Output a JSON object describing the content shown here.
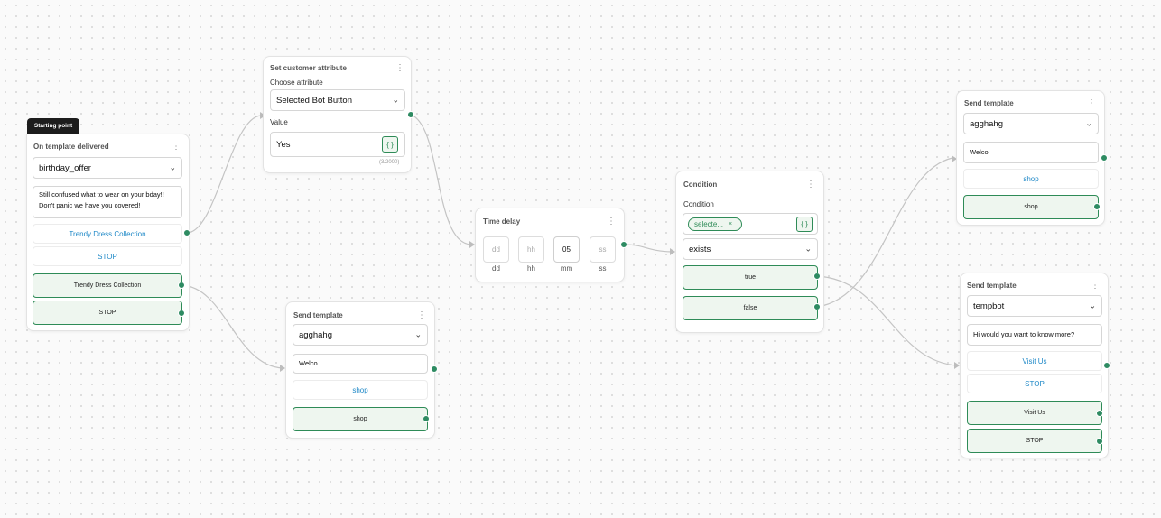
{
  "colors": {
    "accent": "#2e8b62",
    "link": "#1e88c7",
    "edge": "#c4c4c4"
  },
  "icons": {
    "menu": "kebab-vertical",
    "dropdown": "chevron-down",
    "variable": "curly-braces"
  },
  "start": {
    "tag": "Starting point",
    "title": "On template delivered",
    "template": "birthday_offer",
    "message": "Still confused what to wear on your bday!! Don't panic we have you covered!",
    "link_buttons": [
      "Trendy Dress Collection",
      "STOP"
    ],
    "quick_replies": [
      "Trendy Dress Collection",
      "STOP"
    ]
  },
  "set_attr": {
    "title": "Set customer attribute",
    "choose_label": "Choose attribute",
    "attribute": "Selected Bot Button",
    "value_label": "Value",
    "value": "Yes",
    "var_icon": "{ }",
    "counter": "(3/2000)"
  },
  "send1": {
    "title": "Send template",
    "template": "agghahg",
    "message": "Welco",
    "link_button": "shop",
    "quick_reply": "shop"
  },
  "delay": {
    "title": "Time delay",
    "fields": [
      {
        "placeholder": "dd",
        "value": "dd",
        "unit": "dd"
      },
      {
        "placeholder": "hh",
        "value": "hh",
        "unit": "hh"
      },
      {
        "placeholder": "mm",
        "value": "05",
        "unit": "mm"
      },
      {
        "placeholder": "ss",
        "value": "ss",
        "unit": "ss"
      }
    ]
  },
  "condition": {
    "title": "Condition",
    "label": "Condition",
    "chip": "selecte...",
    "chip_close": "×",
    "var_icon": "{ }",
    "operator": "exists",
    "outcomes": [
      "true",
      "false"
    ]
  },
  "send2": {
    "title": "Send template",
    "template": "agghahg",
    "message": "Welco",
    "link_button": "shop",
    "quick_reply": "shop"
  },
  "send3": {
    "title": "Send template",
    "template": "tempbot",
    "message": "Hi would you want to know more?",
    "link_buttons": [
      "Visit Us",
      "STOP"
    ],
    "quick_replies": [
      "Visit Us",
      "STOP"
    ]
  }
}
